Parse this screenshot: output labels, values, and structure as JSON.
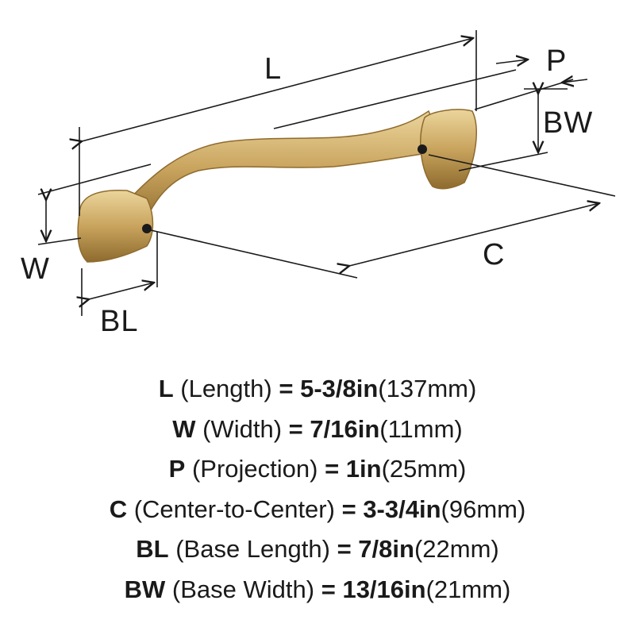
{
  "diagram": {
    "labels": {
      "L": "L",
      "P": "P",
      "BW": "BW",
      "C": "C",
      "W": "W",
      "BL": "BL"
    },
    "colors": {
      "metal": "#C9A45E",
      "metal_light": "#EBD59C",
      "metal_dark": "#8E6B2E",
      "line": "#1a1a1a"
    }
  },
  "specs": [
    {
      "code": "L",
      "name": "(Length)",
      "eq": "=",
      "value": "5-3/8in",
      "metric": "(137mm)"
    },
    {
      "code": "W",
      "name": "(Width)",
      "eq": "=",
      "value": "7/16in",
      "metric": "(11mm)"
    },
    {
      "code": "P",
      "name": "(Projection)",
      "eq": "=",
      "value": "1in",
      "metric": "(25mm)"
    },
    {
      "code": "C",
      "name": "(Center-to-Center)",
      "eq": "=",
      "value": "3-3/4in",
      "metric": "(96mm)"
    },
    {
      "code": "BL",
      "name": "(Base Length)",
      "eq": "=",
      "value": "7/8in",
      "metric": "(22mm)"
    },
    {
      "code": "BW",
      "name": "(Base Width)",
      "eq": "=",
      "value": "13/16in",
      "metric": "(21mm)"
    }
  ]
}
